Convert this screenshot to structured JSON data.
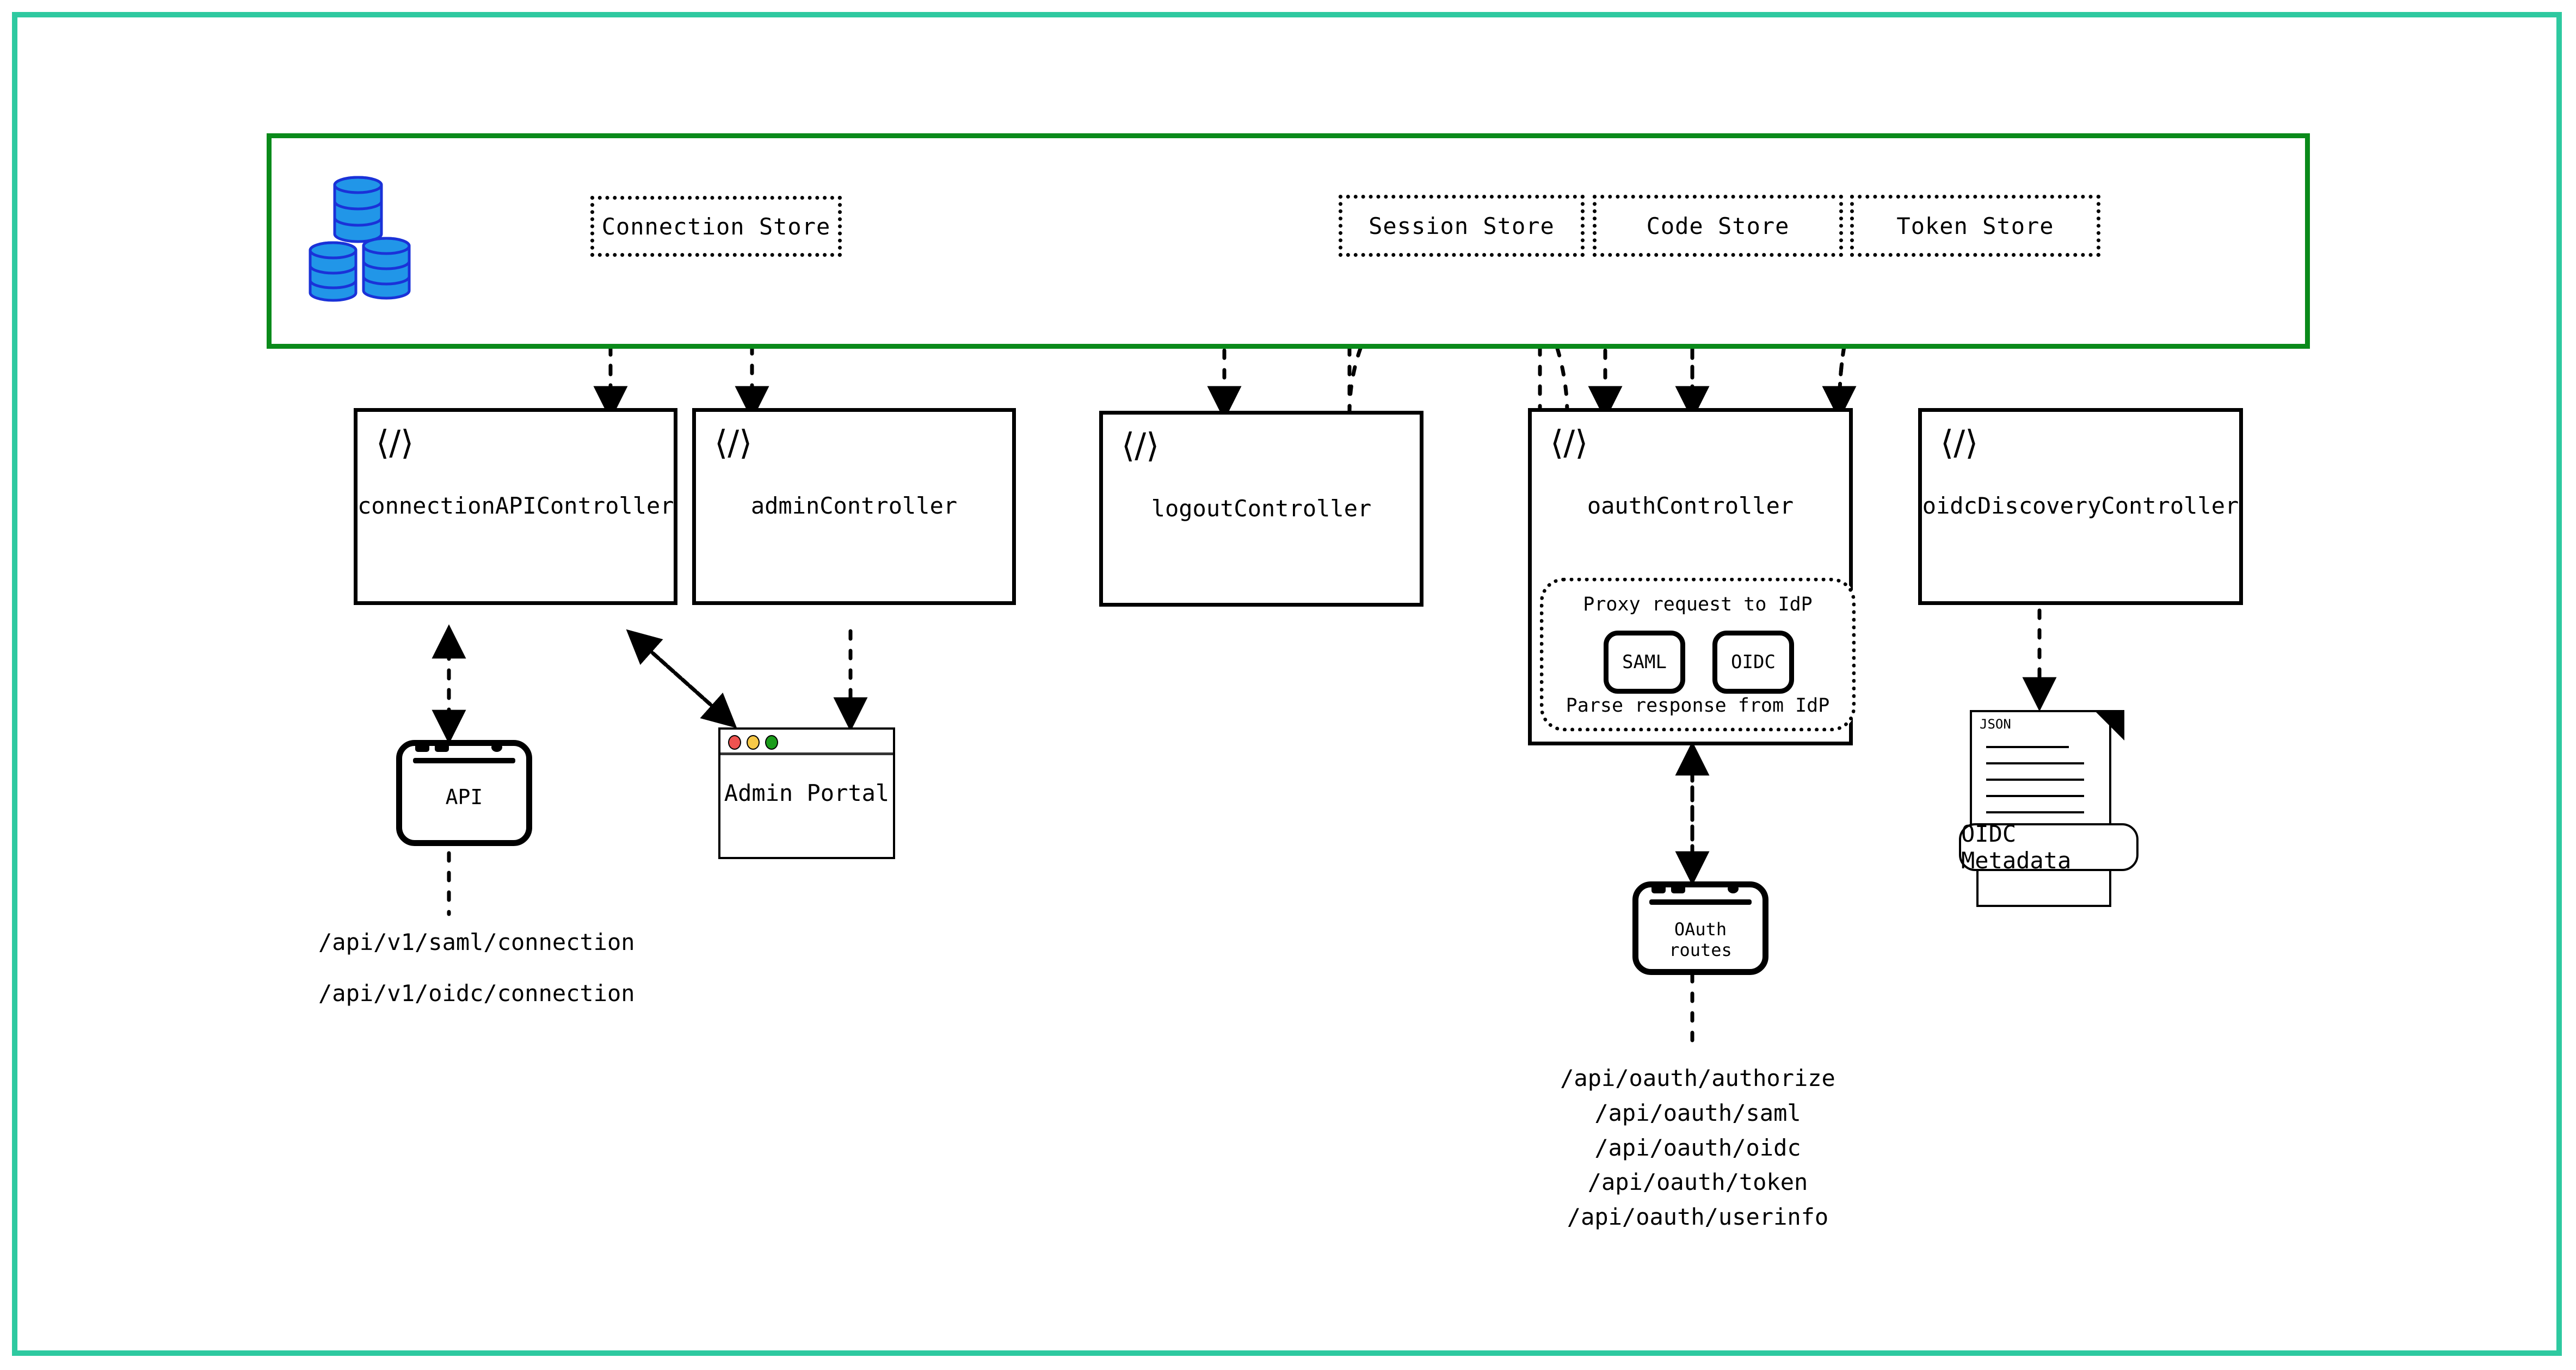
{
  "theme": {
    "teal": "#2ec9a0",
    "green": "#0a8a1a",
    "db_fill": "#2196e8",
    "db_stroke": "#1a32d8",
    "traffic_red": "#ef5350",
    "traffic_yellow": "#f7c948",
    "traffic_green": "#1a9c1a"
  },
  "store_zone": {
    "db_icon": "database-stack-icon",
    "stores": [
      {
        "label": "Connection Store"
      },
      {
        "label": "Session Store"
      },
      {
        "label": "Code Store"
      },
      {
        "label": "Token Store"
      }
    ]
  },
  "controllers": [
    {
      "icon": "code-icon",
      "glyph": "⟨/⟩",
      "label": "connectionAPIController"
    },
    {
      "icon": "code-icon",
      "glyph": "⟨/⟩",
      "label": "adminController"
    },
    {
      "icon": "code-icon",
      "glyph": "⟨/⟩",
      "label": "logoutController"
    },
    {
      "icon": "code-icon",
      "glyph": "⟨/⟩",
      "label": "oauthController"
    },
    {
      "icon": "code-icon",
      "glyph": "⟨/⟩",
      "label": "oidcDiscoveryController"
    }
  ],
  "proxy_panel": {
    "top_label": "Proxy request to IdP",
    "bottom_label": "Parse response from IdP",
    "protocols": [
      {
        "label": "SAML"
      },
      {
        "label": "OIDC"
      }
    ]
  },
  "clients": {
    "api": {
      "label": "API",
      "icon": "device-icon"
    },
    "admin_portal": {
      "label": "Admin Portal",
      "icon": "browser-window-icon"
    },
    "oauth_routes": {
      "label": "OAuth routes",
      "icon": "device-icon"
    }
  },
  "document": {
    "format_label": "JSON",
    "caption": "OIDC Metadata",
    "icon": "json-document-icon"
  },
  "endpoints": {
    "connection_api": [
      "/api/v1/saml/connection",
      "/api/v1/oidc/connection"
    ],
    "oauth": [
      "/api/oauth/authorize",
      "/api/oauth/saml",
      "/api/oauth/oidc",
      "/api/oauth/token",
      "/api/oauth/userinfo"
    ]
  }
}
